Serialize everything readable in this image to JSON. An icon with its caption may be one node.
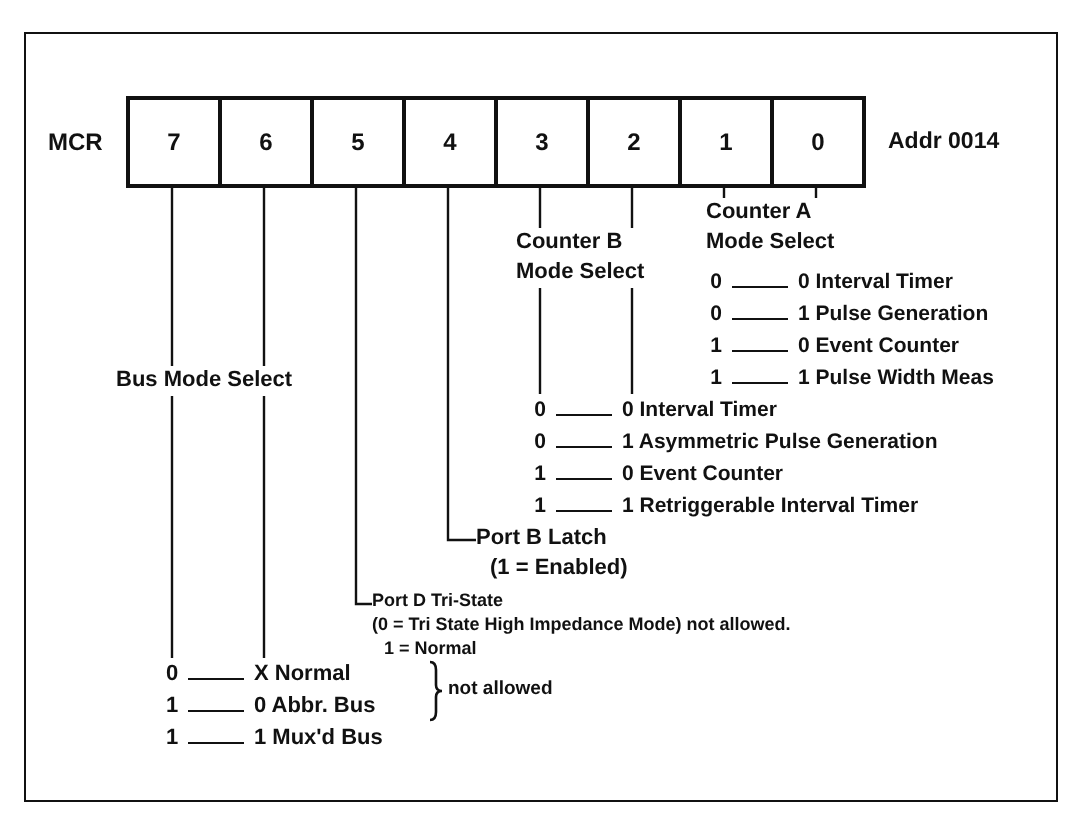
{
  "diagram": {
    "nodes": [
      {
        "text": [
          "7"
        ]
      },
      {
        "text": [
          "6"
        ]
      },
      {
        "text": [
          "5"
        ]
      },
      {
        "text": [
          "4"
        ]
      },
      {
        "text": [
          "3"
        ]
      },
      {
        "text": [
          "2"
        ]
      },
      {
        "text": [
          "1"
        ]
      },
      {
        "text": [
          "0"
        ]
      },
      {
        "text": [
          "Counter A Mode Select"
        ]
      },
      {
        "text": [
          "0",
          "0 Interval Timer",
          "0",
          "1 Pulse Generation",
          "1",
          "0 Event Counter",
          "1",
          "1 Pulse Width Meas"
        ]
      },
      {
        "text": [
          "Counter B Mode Select"
        ]
      },
      {
        "text": [
          "Bus Mode Select"
        ]
      },
      {
        "text": [
          "0",
          "0 Interval Timer",
          "0",
          "1 Asymmetric Pulse Generation",
          "1",
          "0 Event Counter",
          "1",
          "1 Retriggerable Interval Timer"
        ]
      },
      {
        "text": [
          "Port B Latch",
          "(1 = Enabled)"
        ]
      },
      {
        "text": [
          "Port D Tri-State",
          "(0 = Tri State High Impedance Mode) not allowed.",
          "1 = Normal"
        ]
      },
      {
        "text": [
          "0",
          "X Normal",
          "1",
          "0 Abbr. Bus",
          "1",
          "1 Mux'd Bus"
        ]
      }
    ],
    "edges": [
      {
        "from": 6,
        "to": 8,
        "arrow": "none"
      },
      {
        "from": 7,
        "to": 8,
        "arrow": "none"
      },
      {
        "from": 4,
        "to": 10,
        "arrow": "none"
      },
      {
        "from": 5,
        "to": 10,
        "arrow": "none"
      },
      {
        "from": 10,
        "to": 12,
        "arrow": "none"
      },
      {
        "from": 10,
        "to": 12,
        "arrow": "none"
      },
      {
        "from": 0,
        "to": 11,
        "arrow": "none"
      },
      {
        "from": 1,
        "to": 11,
        "arrow": "none"
      },
      {
        "from": 11,
        "to": 15,
        "arrow": "none"
      },
      {
        "from": 11,
        "to": 15,
        "arrow": "none"
      },
      {
        "from": 3,
        "to": 13,
        "arrow": "none"
      },
      {
        "from": 2,
        "to": 14,
        "arrow": "none"
      }
    ],
    "labels": [
      "MCR",
      "Addr 0014",
      "not allowed"
    ]
  }
}
